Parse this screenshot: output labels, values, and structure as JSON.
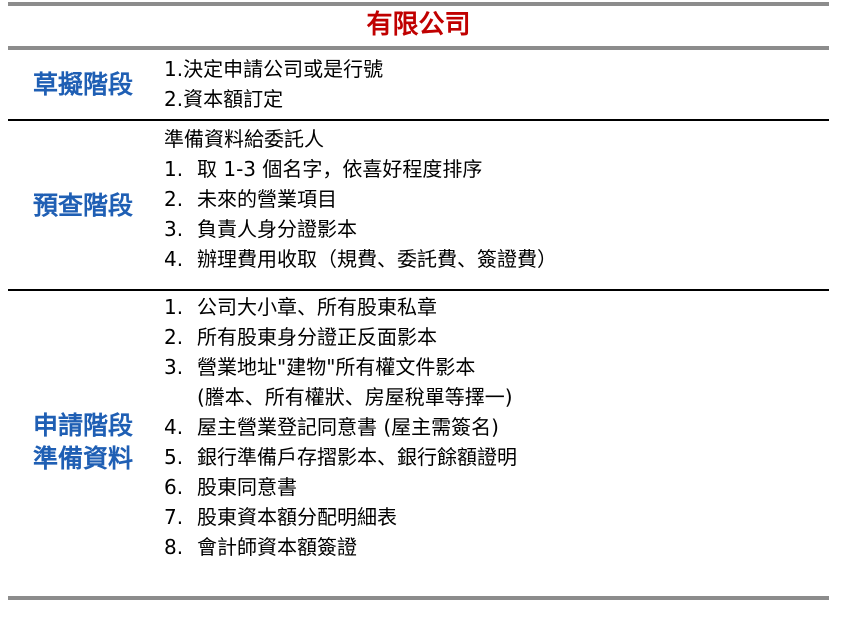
{
  "title": "有限公司",
  "colors": {
    "title": "#c00000",
    "stage": "#1f5fb4",
    "rule_gray": "#8c8c8c"
  },
  "sections": [
    {
      "stage": "草擬階段",
      "items": [
        {
          "num": "",
          "text": "1.決定申請公司或是行號"
        },
        {
          "num": "",
          "text": "2.資本額訂定"
        }
      ]
    },
    {
      "stage": "預查階段",
      "items": [
        {
          "num": "",
          "text": "準備資料給委託人"
        },
        {
          "num": "1.",
          "text": "取 1-3 個名字，依喜好程度排序"
        },
        {
          "num": "2.",
          "text": "未來的營業項目"
        },
        {
          "num": "3.",
          "text": "負責人身分證影本"
        },
        {
          "num": "4.",
          "text": "辦理費用收取（規費、委託費、簽證費）"
        }
      ]
    },
    {
      "stage_lines": [
        "申請階段",
        "準備資料"
      ],
      "items": [
        {
          "num": "1.",
          "text": "公司大小章、所有股東私章"
        },
        {
          "num": "2.",
          "text": "所有股東身分證正反面影本"
        },
        {
          "num": "3.",
          "text": "營業地址\"建物\"所有權文件影本"
        },
        {
          "num": "",
          "text": "(謄本、所有權狀、房屋稅單等擇一)"
        },
        {
          "num": "4.",
          "text": "屋主營業登記同意書  (屋主需簽名)"
        },
        {
          "num": "5.",
          "text": "銀行準備戶存摺影本、銀行餘額證明"
        },
        {
          "num": "6.",
          "text": "股東同意書"
        },
        {
          "num": "7.",
          "text": "股東資本額分配明細表"
        },
        {
          "num": "8.",
          "text": "會計師資本額簽證"
        }
      ]
    }
  ]
}
